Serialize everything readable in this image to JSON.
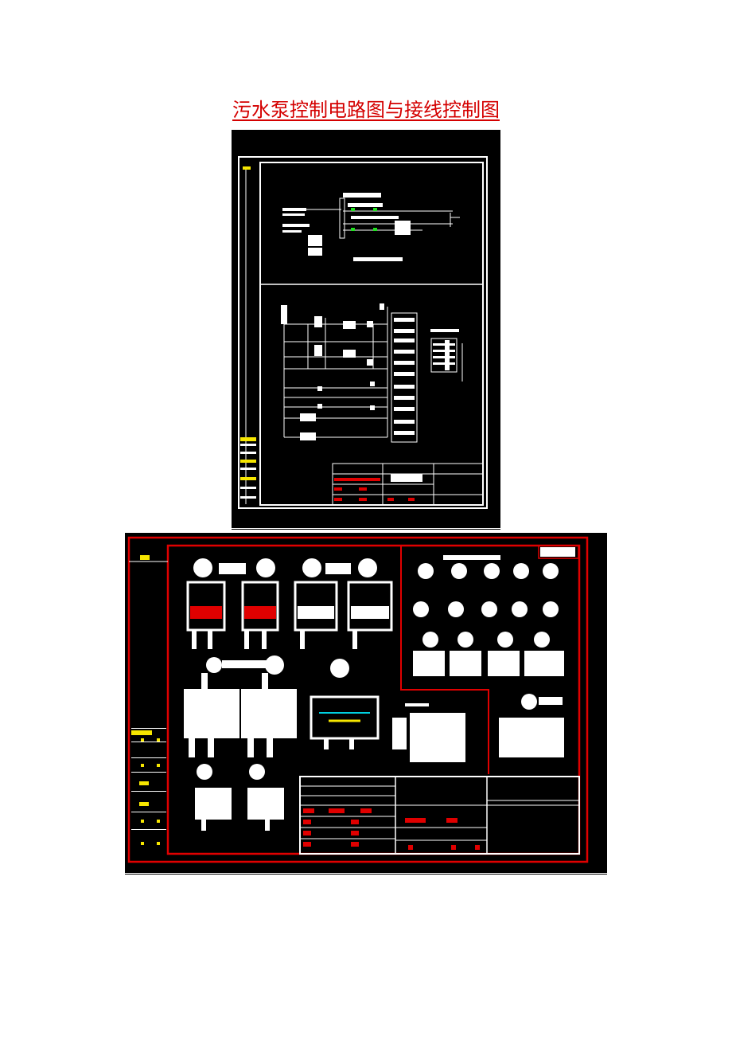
{
  "document": {
    "title": "污水泵控制电路图与接线控制图"
  },
  "figures": [
    {
      "id": "circuit-diagram",
      "kind": "cad-drawing-image"
    },
    {
      "id": "wiring-diagram",
      "kind": "cad-drawing-image"
    }
  ],
  "colors": {
    "title": "#d40000",
    "cad_background": "#000000",
    "cad_line": "#ffffff",
    "cad_frame_red": "#e00000",
    "cad_highlight_yellow": "#f6e600",
    "cad_highlight_green": "#20e020"
  }
}
